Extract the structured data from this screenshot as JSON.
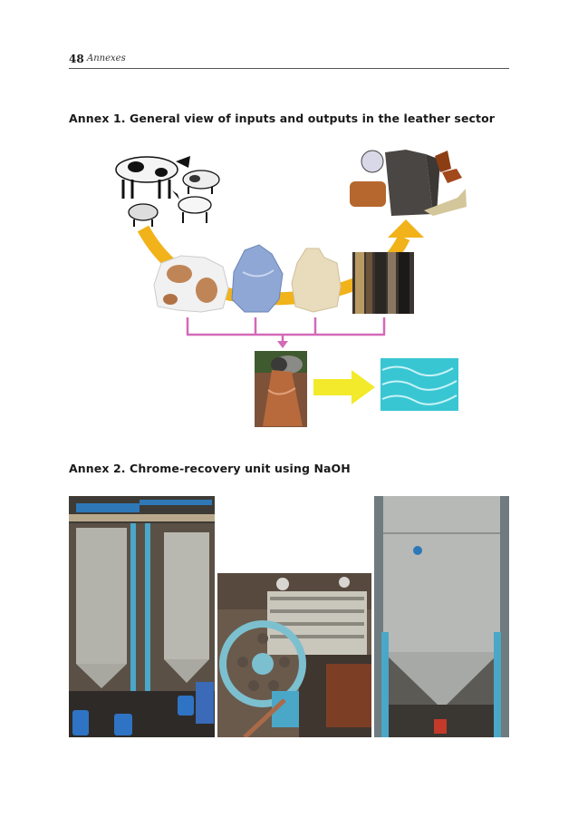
{
  "header": {
    "page_number": "48",
    "running_title": "Annexes"
  },
  "annex1": {
    "title": "Annex 1. General view of inputs and outputs in the leather sector"
  },
  "annex2": {
    "title": "Annex 2. Chrome-recovery unit using NaOH"
  },
  "colors": {
    "flow_arrow": "#f1b21a",
    "effluent_arrow": "#f2ea2a",
    "drain_line": "#d469b8",
    "water": "#39c6d3",
    "steel": "#b7b9b6",
    "machinery_blue": "#4aa7c8"
  },
  "icons": [
    "cattle-icon",
    "pig-icon",
    "goat-icon",
    "sheep-icon",
    "raw-hide-icon",
    "wet-blue-hide-icon",
    "crust-hide-icon",
    "finished-leather-icon",
    "leather-goods-icon",
    "effluent-pipe-icon",
    "clean-water-icon"
  ]
}
